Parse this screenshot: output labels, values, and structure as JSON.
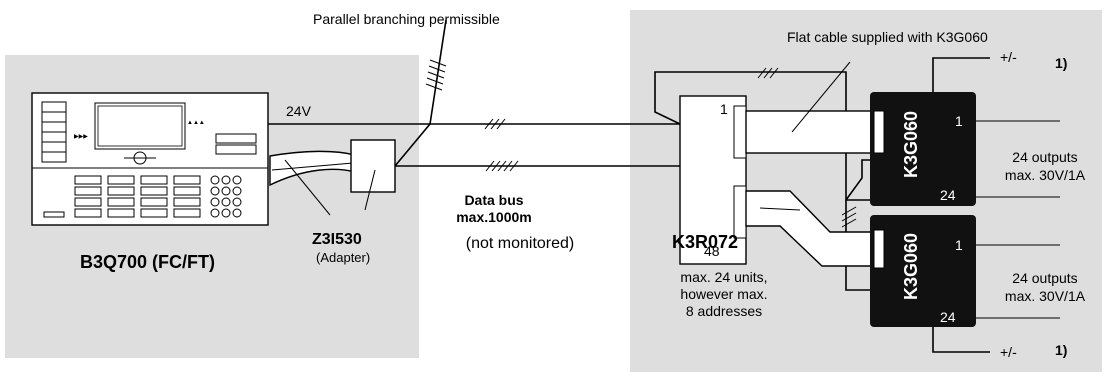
{
  "top_label": "Parallel branching permissible",
  "flat_cable_label": "Flat cable supplied with K3G060",
  "panel": {
    "name": "B3Q700 (FC/FT)",
    "voltage": "24V"
  },
  "adapter": {
    "name": "Z3I530",
    "subtitle": "(Adapter)"
  },
  "bus": {
    "title_line1": "Data bus",
    "title_line2": "max.1000m",
    "note": "(not monitored)"
  },
  "module": {
    "name": "K3R072",
    "pin_top": "1",
    "pin_bottom": "48",
    "desc_line1": "max. 24 units,",
    "desc_line2": "however max.",
    "desc_line3": "8 addresses"
  },
  "output_modules": [
    {
      "name": "K3G060",
      "pin_top": "1",
      "pin_bottom": "24",
      "outputs_line1": "24 outputs",
      "outputs_line2": "max. 30V/1A",
      "supply": "+/-",
      "footnote": "1)"
    },
    {
      "name": "K3G060",
      "pin_top": "1",
      "pin_bottom": "24",
      "outputs_line1": "24 outputs",
      "outputs_line2": "max. 30V/1A",
      "supply": "+/-",
      "footnote": "1)"
    }
  ],
  "colors": {
    "region_fill": "#dedede",
    "module_fill": "#111111",
    "line": "#000000"
  }
}
